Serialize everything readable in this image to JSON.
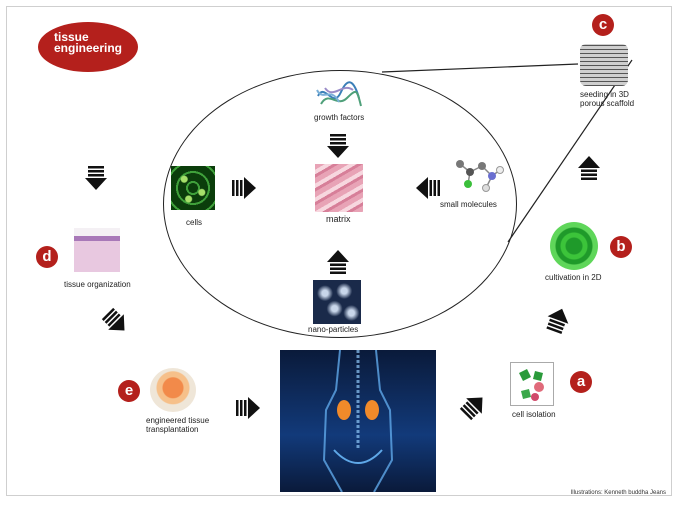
{
  "title": "tissue engineering",
  "labels": {
    "growth_factors": "growth factors",
    "cells": "cells",
    "matrix": "matrix",
    "small_molecules": "small molecules",
    "nano_particles": "nano-particles",
    "seeding": "seeding in 3D\nporous scaffold",
    "cultivation": "cultivation in 2D",
    "cell_isolation": "cell isolation",
    "tissue_organization": "tissue organization",
    "engineered": "engineered tissue\ntransplantation"
  },
  "badges": {
    "a": "a",
    "b": "b",
    "c": "c",
    "d": "d",
    "e": "e"
  },
  "credit": "Illustrations: Kenneth buddha Jeans",
  "colors": {
    "accent_red": "#b4201c",
    "arrow": "#111111"
  },
  "icons": [
    "downward-arrow-icon",
    "rightward-arrow-icon",
    "leftward-arrow-icon",
    "upward-arrow-icon",
    "diagonal-arrow-icon"
  ]
}
